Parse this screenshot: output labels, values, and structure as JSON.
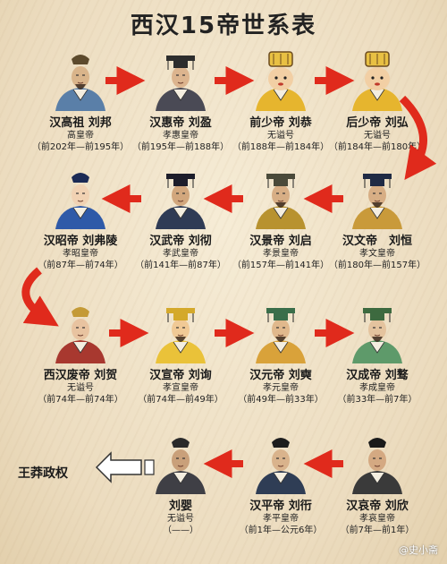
{
  "title": "西汉15帝世系表",
  "emperors": [
    {
      "name": "汉高祖 刘邦",
      "posthumous": "高皇帝",
      "reign": "（前202年—前195年）",
      "portrait": "elder-blue-robe",
      "robe": "#5a7fa8",
      "hat": "#5d4a2c",
      "skin": "#d9b48a"
    },
    {
      "name": "汉惠帝 刘盈",
      "posthumous": "孝惠皇帝",
      "reign": "（前195年—前188年）",
      "portrait": "crowned-dark-robe",
      "robe": "#4a4a55",
      "hat": "#2d2d2d",
      "skin": "#dcb48e"
    },
    {
      "name": "前少帝 刘恭",
      "posthumous": "无谥号",
      "reign": "（前188年—前184年）",
      "portrait": "child-yellow-robe",
      "robe": "#e6b52e",
      "hat": "#7a5c2e",
      "skin": "#f2cfa4"
    },
    {
      "name": "后少帝 刘弘",
      "posthumous": "无谥号",
      "reign": "（前184年—前180年）",
      "portrait": "child-yellow-robe",
      "robe": "#e6b52e",
      "hat": "#7a5c2e",
      "skin": "#f2cfa4"
    },
    {
      "name": "汉文帝　刘恒",
      "posthumous": "孝文皇帝",
      "reign": "（前180年—前157年）",
      "portrait": "crowned-gold-robe",
      "robe": "#c99a3a",
      "hat": "#1f2a44",
      "skin": "#d7ae85"
    },
    {
      "name": "汉景帝 刘启",
      "posthumous": "孝景皇帝",
      "reign": "（前157年—前141年）",
      "portrait": "crowned-gold-robe",
      "robe": "#b8922f",
      "hat": "#4a4a3a",
      "skin": "#d7ae85"
    },
    {
      "name": "汉武帝 刘彻",
      "posthumous": "孝武皇帝",
      "reign": "（前141年—前87年）",
      "portrait": "crowned-dark-robe",
      "robe": "#2f3b55",
      "hat": "#1d1d2a",
      "skin": "#d2a77d"
    },
    {
      "name": "汉昭帝 刘弗陵",
      "posthumous": "孝昭皇帝",
      "reign": "（前87年—前74年）",
      "portrait": "young-blue-robe",
      "robe": "#2f5aa8",
      "hat": "#1b2a55",
      "skin": "#f1d2b3"
    },
    {
      "name": "西汉废帝 刘贺",
      "posthumous": "无谥号",
      "reign": "（前74年—前74年）",
      "portrait": "young-red-robe",
      "robe": "#a8382f",
      "hat": "#c49a36",
      "skin": "#e8c3a0"
    },
    {
      "name": "汉宣帝 刘询",
      "posthumous": "孝宣皇帝",
      "reign": "（前74年—前49年）",
      "portrait": "yellow-robe",
      "robe": "#eac239",
      "hat": "#d4a92b",
      "skin": "#f0c995"
    },
    {
      "name": "汉元帝 刘奭",
      "posthumous": "孝元皇帝",
      "reign": "（前49年—前33年）",
      "portrait": "crowned-gold-robe",
      "robe": "#d9a23a",
      "hat": "#3a6e4a",
      "skin": "#e0b88c"
    },
    {
      "name": "汉成帝 刘骜",
      "posthumous": "孝成皇帝",
      "reign": "（前33年—前7年）",
      "portrait": "green-robe",
      "robe": "#5e9a6a",
      "hat": "#3d6a3f",
      "skin": "#e4c39e"
    },
    {
      "name": "刘婴",
      "posthumous": "无谥号",
      "reign": "（——）",
      "portrait": "dark-robe",
      "robe": "#3f3f45",
      "hat": "#2a2a2a",
      "skin": "#c9a07a"
    },
    {
      "name": "汉平帝 刘衎",
      "posthumous": "孝平皇帝",
      "reign": "（前1年—公元6年）",
      "portrait": "young-white-collar",
      "robe": "#2f3d55",
      "hat": "#1d1d1d",
      "skin": "#d9b38c"
    },
    {
      "name": "汉哀帝 刘欣",
      "posthumous": "孝哀皇帝",
      "reign": "（前7年—前1年）",
      "portrait": "young-dark-robe",
      "robe": "#3a3a3a",
      "hat": "#1a1a1a",
      "skin": "#d4a982"
    }
  ],
  "end_label": "王莽政权",
  "watermark": "@史小斋",
  "colors": {
    "arrow": "#e02a1c",
    "background": "#efe2c8",
    "text": "#1a1a1a"
  }
}
